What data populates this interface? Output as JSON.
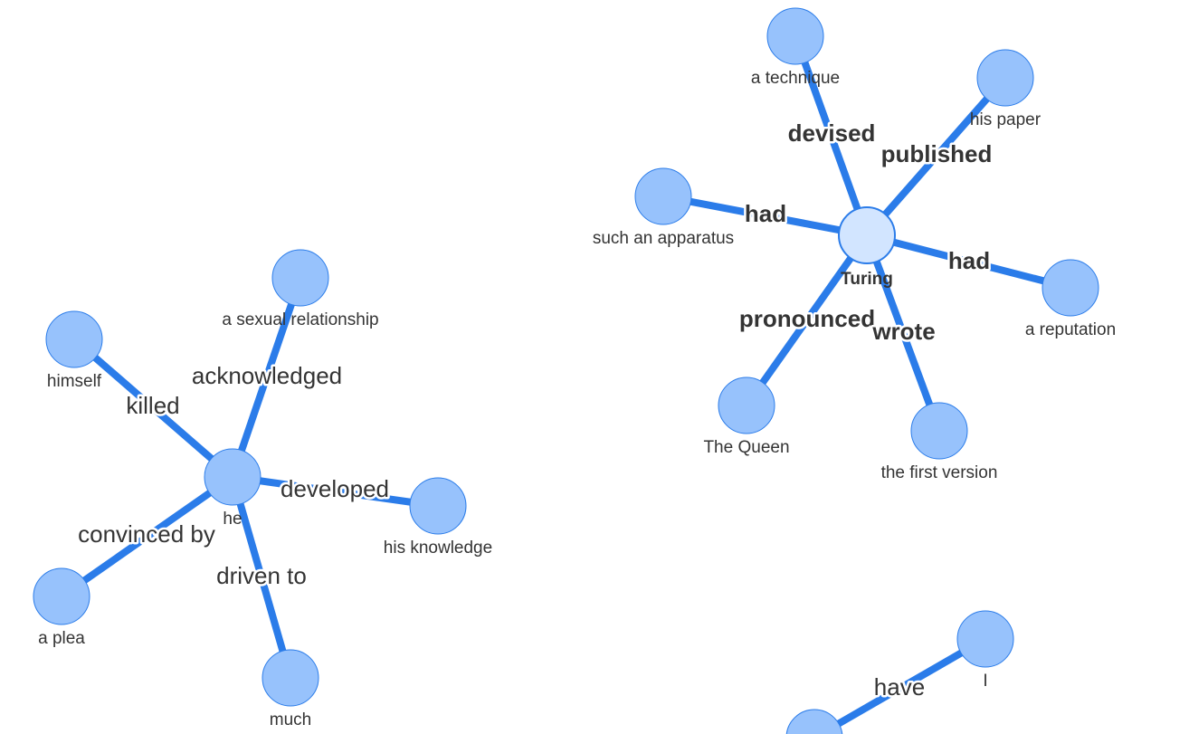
{
  "colors": {
    "edge": "#2b7ce9",
    "node_fill": "#97c2fc",
    "node_highlight_fill": "#d2e5ff",
    "node_border": "#2b7ce9",
    "label_text": "#343434",
    "background": "#ffffff"
  },
  "graph": {
    "nodes": [
      {
        "id": "turing",
        "label": "Turing",
        "highlighted": true
      },
      {
        "id": "technique",
        "label": "a technique"
      },
      {
        "id": "paper",
        "label": "his paper"
      },
      {
        "id": "apparatus",
        "label": "such an apparatus"
      },
      {
        "id": "reputation",
        "label": "a reputation"
      },
      {
        "id": "queen",
        "label": "The Queen"
      },
      {
        "id": "firstversion",
        "label": "the first version"
      },
      {
        "id": "he",
        "label": "he"
      },
      {
        "id": "relationship",
        "label": "a sexual relationship"
      },
      {
        "id": "himself",
        "label": "himself"
      },
      {
        "id": "knowledge",
        "label": "his knowledge"
      },
      {
        "id": "plea",
        "label": "a plea"
      },
      {
        "id": "much",
        "label": "much"
      },
      {
        "id": "i",
        "label": "I"
      },
      {
        "id": "offscreen",
        "label": ""
      }
    ],
    "edges": [
      {
        "from": "turing",
        "to": "technique",
        "label": "devised"
      },
      {
        "from": "turing",
        "to": "paper",
        "label": "published"
      },
      {
        "from": "turing",
        "to": "apparatus",
        "label": "had"
      },
      {
        "from": "turing",
        "to": "reputation",
        "label": "had"
      },
      {
        "from": "turing",
        "to": "queen",
        "label": "pronounced"
      },
      {
        "from": "turing",
        "to": "firstversion",
        "label": "wrote"
      },
      {
        "from": "he",
        "to": "relationship",
        "label": "acknowledged"
      },
      {
        "from": "he",
        "to": "himself",
        "label": "killed"
      },
      {
        "from": "he",
        "to": "knowledge",
        "label": "developed"
      },
      {
        "from": "he",
        "to": "plea",
        "label": "convinced by"
      },
      {
        "from": "he",
        "to": "much",
        "label": "driven to"
      },
      {
        "from": "offscreen",
        "to": "i",
        "label": "have"
      }
    ]
  }
}
